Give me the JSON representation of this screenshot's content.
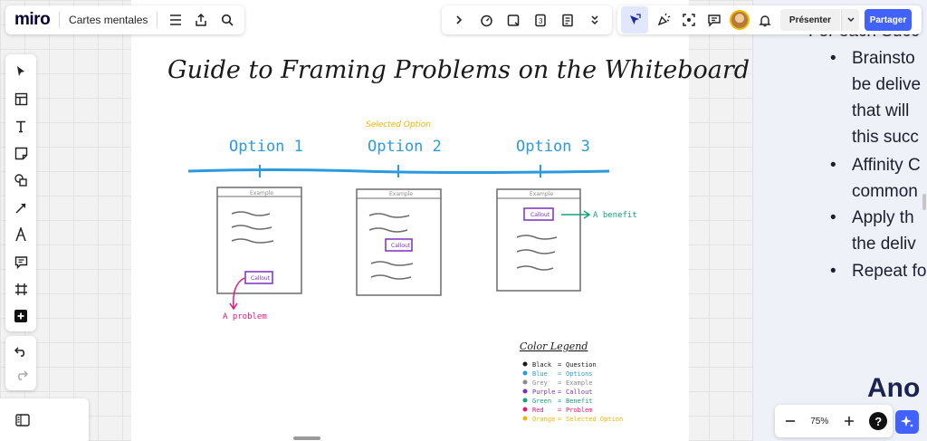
{
  "topbar": {
    "logo": "miro",
    "board_name": "Cartes mentales",
    "present_label": "Présenter",
    "share_label": "Partager"
  },
  "zoom": {
    "level": "75%"
  },
  "help_label": "?",
  "board": {
    "title": "Guide to Framing Problems on the Whiteboard",
    "selected_note": "Selected Option",
    "options": [
      "Option 1",
      "Option 2",
      "Option 3"
    ],
    "frame_header": "Example",
    "callout": "Callout",
    "benefit_label": "A benefit",
    "problem_label": "A problem",
    "legend": {
      "title": "Color Legend",
      "items": [
        {
          "color": "#1a1a1a",
          "name": "Black",
          "meaning": "Question"
        },
        {
          "color": "#2b9ae0",
          "name": "Blue",
          "meaning": "Options"
        },
        {
          "color": "#8a8a8a",
          "name": "Grey",
          "meaning": "Example"
        },
        {
          "color": "#7b2fbf",
          "name": "Purple",
          "meaning": "Callout"
        },
        {
          "color": "#13a37d",
          "name": "Green",
          "meaning": "Benefit"
        },
        {
          "color": "#e8157a",
          "name": "Red",
          "meaning": "Problem"
        },
        {
          "color": "#f5b400",
          "name": "Orange",
          "meaning": "Selected Option"
        }
      ]
    }
  },
  "doc": {
    "line0": "For each Succ",
    "b1": [
      "Brainsto",
      "be delive",
      "that will",
      "this succ"
    ],
    "b2": [
      "Affinity C",
      "common"
    ],
    "b3": [
      "Apply th",
      "the deliv"
    ],
    "b4": [
      "Repeat fo"
    ],
    "heading": "Ano"
  },
  "colors": {
    "accent": "#4262ff",
    "blue_line": "#2b9ae0",
    "purple": "#7b2fbf",
    "green": "#13a37d",
    "red": "#e8157a",
    "orange": "#f5b400"
  }
}
